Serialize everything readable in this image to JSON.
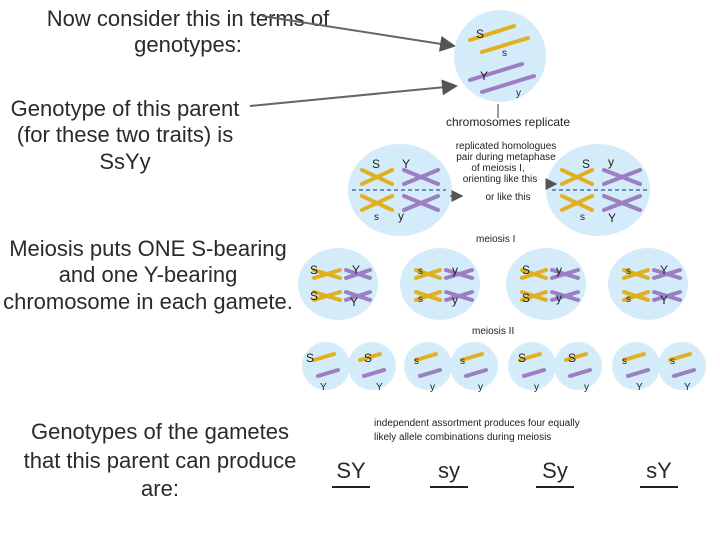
{
  "slide": {
    "heading": "Now consider this in terms of genotypes:",
    "parent_text": "Genotype of this parent (for these two traits) is SsYy",
    "meiosis_text": "Meiosis puts ONE S-bearing and one Y-bearing chromosome in each gamete.",
    "gametes_text": "Genotypes of the gametes that this parent can produce are:"
  },
  "diagram": {
    "cell_labels": {
      "S": "S",
      "s": "s",
      "Y": "Y",
      "y": "y"
    },
    "chromosomes_replicate": "chromosomes replicate",
    "note_line1": "replicated homologues",
    "note_line2": "pair during metaphase",
    "note_line3": "of meiosis I,",
    "note_line4": "orienting like this",
    "note_line5": "or like this",
    "meiosis1": "meiosis I",
    "meiosis2": "meiosis II",
    "independent_line1": "independent assortment produces four equally",
    "independent_line2": "likely allele combinations during meiosis",
    "colors": {
      "S_chrom": "#e0b020",
      "Y_chrom": "#9b7fc2",
      "cell": "#d4ecfa"
    }
  },
  "gametes": [
    "SY",
    "sy",
    "Sy",
    "sY"
  ]
}
